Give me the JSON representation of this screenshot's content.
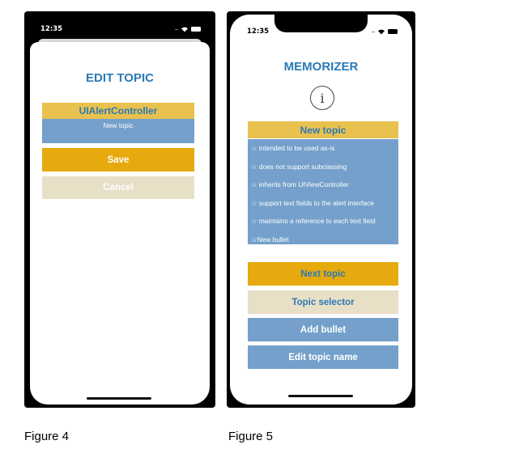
{
  "figure4": {
    "status_time": "12:35",
    "title": "EDIT TOPIC",
    "alert_header": "UIAlertController",
    "text_field_value": "New topic",
    "save_label": "Save",
    "cancel_label": "Cancel",
    "caption": "Figure 4"
  },
  "figure5": {
    "status_time": "12:35",
    "title": "MEMORIZER",
    "info_symbol": "i",
    "topic_header": "New topic",
    "bullets": [
      "☆ intended to be used as-is",
      "☆ does not support subclassing",
      "☆ inherits from UIViewController",
      "☆ support text fields to the alert interface",
      "☆ maintains a reference to each text field",
      "☆New bullet"
    ],
    "next_topic_label": "Next topic",
    "topic_selector_label": "Topic selector",
    "add_bullet_label": "Add bullet",
    "edit_topic_name_label": "Edit topic name",
    "caption": "Figure 5"
  },
  "colors": {
    "title_blue": "#2b79b5",
    "header_gold": "#e8c14f",
    "button_gold": "#e6aa0e",
    "beige": "#e8dfc7",
    "steel_blue": "#74a0cb"
  }
}
